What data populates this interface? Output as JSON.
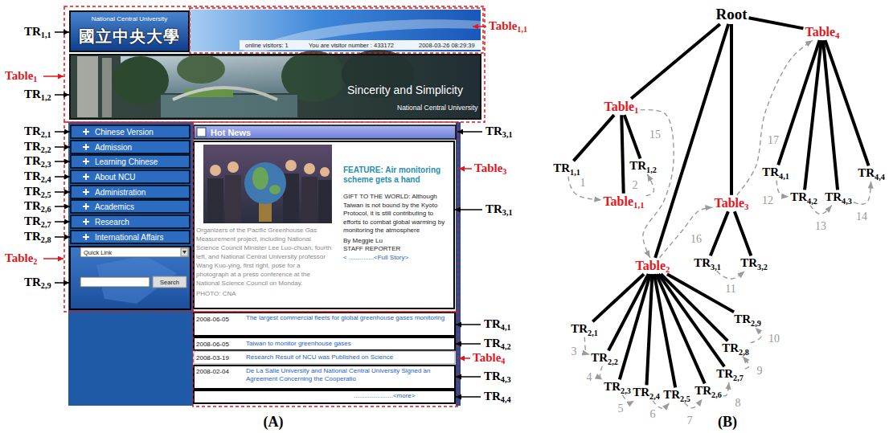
{
  "diagram": {
    "nodes": [
      {
        "text": [
          "Root"
        ]
      },
      {
        "text": [
          "Table1"
        ]
      },
      {
        "text": [
          "TR1,1"
        ]
      },
      {
        "text": [
          "TR1,2"
        ]
      },
      {
        "text": [
          "Table1,1"
        ]
      },
      {
        "text": [
          "Table2"
        ]
      },
      {
        "text": [
          "TR2,1"
        ]
      },
      {
        "text": [
          "TR2,2"
        ]
      },
      {
        "text": [
          "TR2,3"
        ]
      },
      {
        "text": [
          "TR2,4"
        ]
      },
      {
        "text": [
          "TR2,5"
        ]
      },
      {
        "text": [
          "TR2,6"
        ]
      },
      {
        "text": [
          "TR2,7"
        ]
      },
      {
        "text": [
          "TR2,8"
        ]
      },
      {
        "text": [
          "TR2,9"
        ]
      },
      {
        "text": [
          "Table3"
        ]
      },
      {
        "text": [
          "TR3,1"
        ]
      },
      {
        "text": [
          "TR3,2"
        ]
      },
      {
        "text": [
          "Table4"
        ]
      },
      {
        "text": [
          "TR4,1"
        ]
      },
      {
        "text": [
          "TR4,2"
        ]
      },
      {
        "text": [
          "TR4,3"
        ]
      },
      {
        "text": [
          "TR4,4"
        ]
      }
    ],
    "edges": [
      {
        "from": 0,
        "to": 1,
        "arrow": "none"
      },
      {
        "from": 0,
        "to": 5,
        "arrow": "none"
      },
      {
        "from": 0,
        "to": 15,
        "arrow": "none"
      },
      {
        "from": 0,
        "to": 18,
        "arrow": "none"
      },
      {
        "from": 1,
        "to": 2,
        "arrow": "none"
      },
      {
        "from": 1,
        "to": 4,
        "arrow": "none"
      },
      {
        "from": 1,
        "to": 3,
        "arrow": "none"
      },
      {
        "from": 5,
        "to": 6,
        "arrow": "none"
      },
      {
        "from": 5,
        "to": 7,
        "arrow": "none"
      },
      {
        "from": 5,
        "to": 8,
        "arrow": "none"
      },
      {
        "from": 5,
        "to": 9,
        "arrow": "none"
      },
      {
        "from": 5,
        "to": 10,
        "arrow": "none"
      },
      {
        "from": 5,
        "to": 11,
        "arrow": "none"
      },
      {
        "from": 5,
        "to": 12,
        "arrow": "none"
      },
      {
        "from": 5,
        "to": 13,
        "arrow": "none"
      },
      {
        "from": 5,
        "to": 14,
        "arrow": "none"
      },
      {
        "from": 15,
        "to": 16,
        "arrow": "none"
      },
      {
        "from": 15,
        "to": 17,
        "arrow": "none"
      },
      {
        "from": 18,
        "to": 19,
        "arrow": "none"
      },
      {
        "from": 18,
        "to": 20,
        "arrow": "none"
      },
      {
        "from": 18,
        "to": 21,
        "arrow": "none"
      },
      {
        "from": 18,
        "to": 22,
        "arrow": "none"
      },
      {
        "from": 2,
        "to": 4,
        "arrow": "to",
        "label": "1"
      },
      {
        "from": 4,
        "to": 3,
        "arrow": "to",
        "label": "2"
      },
      {
        "from": 6,
        "to": 7,
        "arrow": "to",
        "label": "3"
      },
      {
        "from": 7,
        "to": 8,
        "arrow": "to",
        "label": "4"
      },
      {
        "from": 8,
        "to": 9,
        "arrow": "to",
        "label": "5"
      },
      {
        "from": 9,
        "to": 10,
        "arrow": "to",
        "label": "6"
      },
      {
        "from": 10,
        "to": 11,
        "arrow": "to",
        "label": "7"
      },
      {
        "from": 11,
        "to": 12,
        "arrow": "to",
        "label": "8"
      },
      {
        "from": 12,
        "to": 13,
        "arrow": "to",
        "label": "9"
      },
      {
        "from": 13,
        "to": 14,
        "arrow": "to",
        "label": "10"
      },
      {
        "from": 16,
        "to": 17,
        "arrow": "to",
        "label": "11"
      },
      {
        "from": 19,
        "to": 20,
        "arrow": "to",
        "label": "12"
      },
      {
        "from": 20,
        "to": 21,
        "arrow": "to",
        "label": "13"
      },
      {
        "from": 21,
        "to": 22,
        "arrow": "to",
        "label": "14"
      },
      {
        "from": 1,
        "to": 5,
        "arrow": "to",
        "label": "15"
      },
      {
        "from": 5,
        "to": 15,
        "arrow": "to",
        "label": "16"
      },
      {
        "from": 15,
        "to": 18,
        "arrow": "to",
        "label": "17"
      }
    ],
    "labels": [
      "TR1,1",
      "Table1",
      "TR1,2",
      "TR2,1",
      "TR2,2",
      "TR2,3",
      "TR2,4",
      "TR2,5",
      "TR2,6",
      "TR2,7",
      "TR2,8",
      "Table2",
      "TR2,9",
      "Table1,1",
      "TR3,1",
      "Table3",
      "TR3,1",
      "TR4,1",
      "TR4,2",
      "Table4",
      "TR4,3",
      "TR4,4",
      "(A)",
      "(B)",
      "National Central University",
      "國立中央大學",
      "online visitors: 1",
      "You are visitor number : 433172",
      "2008-03-26 08:29:39",
      "Sincerity and Simplicity",
      "National Central University",
      "Chinese Version",
      "Admission",
      "Learning Chinese",
      "About NCU",
      "Administration",
      "Academics",
      "Research",
      "International Affairs",
      "Quick Link",
      "Search",
      "Hot News",
      "FEATURE: Air monitoring scheme gets a hand",
      "GIFT TO THE WORLD: Although Taiwan is not bound by the Kyoto Protocol, it is still contributing to efforts to combat global warming by monitoring the atmosphere",
      "By Meggie Lu",
      "STAFF REPORTER",
      "< ..............<Full Story>",
      "Organizers of the Pacific Greenhouse Gas Measurement project, including National Science Council Minister Lee Luo-chuan, fourth left, and National Central University professor Wang Kuo-ying, first right, pose for a photograph at a press conference at the National Science Council on Monday.",
      "PHOTO: CNA",
      "2008-06-05",
      "The largest commercial fleets for global greenhouse gases monitoring",
      "2008-06-05",
      "Taiwan to monitor greenhouse gases",
      "2008-03-19",
      "Research Result of NCU was Published on Science",
      "2008-02-04",
      "De La Salle University and National Central University Signed an Agreement Concerning the Cooperatio",
      "......................<more>"
    ]
  }
}
